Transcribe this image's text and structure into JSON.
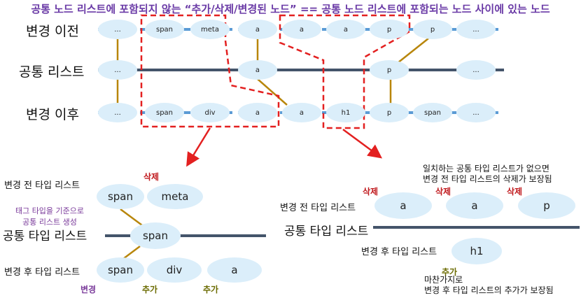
{
  "title": "공통 노드 리스트에 포함되지 않는 “추가/삭제/변경된 노드” == 공통 노드 리스트에 포함되는 노드 사이에 있는 노드",
  "rows": {
    "before": "변경 이전",
    "common": "공통 리스트",
    "after": "변경 이후"
  },
  "top_nodes": {
    "before": [
      "...",
      "span",
      "meta",
      "a",
      "a",
      "a",
      "p",
      "p",
      "..."
    ],
    "common": [
      "...",
      "a",
      "p",
      "..."
    ],
    "after": [
      "...",
      "span",
      "div",
      "a",
      "a",
      "h1",
      "p",
      "span",
      "..."
    ]
  },
  "left_panel": {
    "before_label": "변경 전 타입 리스트",
    "common_label": "공통 타입 리스트",
    "after_label": "변경 후 타입 리스트",
    "note_line1": "태그 타입을 기준으로",
    "note_line2": "공통 리스트 생성",
    "delete_tag": "삭제",
    "change_tag": "변경",
    "add_tag_1": "추가",
    "add_tag_2": "추가",
    "before_nodes": [
      "span",
      "meta"
    ],
    "common_nodes": [
      "span"
    ],
    "after_nodes": [
      "span",
      "div",
      "a"
    ]
  },
  "right_panel": {
    "before_label": "변경 전 타입 리스트",
    "common_label": "공통 타입 리스트",
    "after_label": "변경 후 타입 리스트",
    "note_top_1": "일치하는 공통 타입 리스트가 없으면",
    "note_top_2": "변경 전 타입 리스트의 삭제가 보장됨",
    "delete_tags": [
      "삭제",
      "삭제",
      "삭제"
    ],
    "before_nodes": [
      "a",
      "a",
      "p"
    ],
    "after_nodes": [
      "h1"
    ],
    "add_tag": "추가",
    "note_bottom_1": "마찬가지로",
    "note_bottom_2": "변경 후 타입 리스트의 추가가 보장됨"
  },
  "colors": {
    "title": "#6a3aa6",
    "node_fill": "#dbeefa",
    "dashed_line": "#5b9bd5",
    "solid_line": "#44546a",
    "connector": "#b8860b",
    "highlight": "#e32020"
  }
}
